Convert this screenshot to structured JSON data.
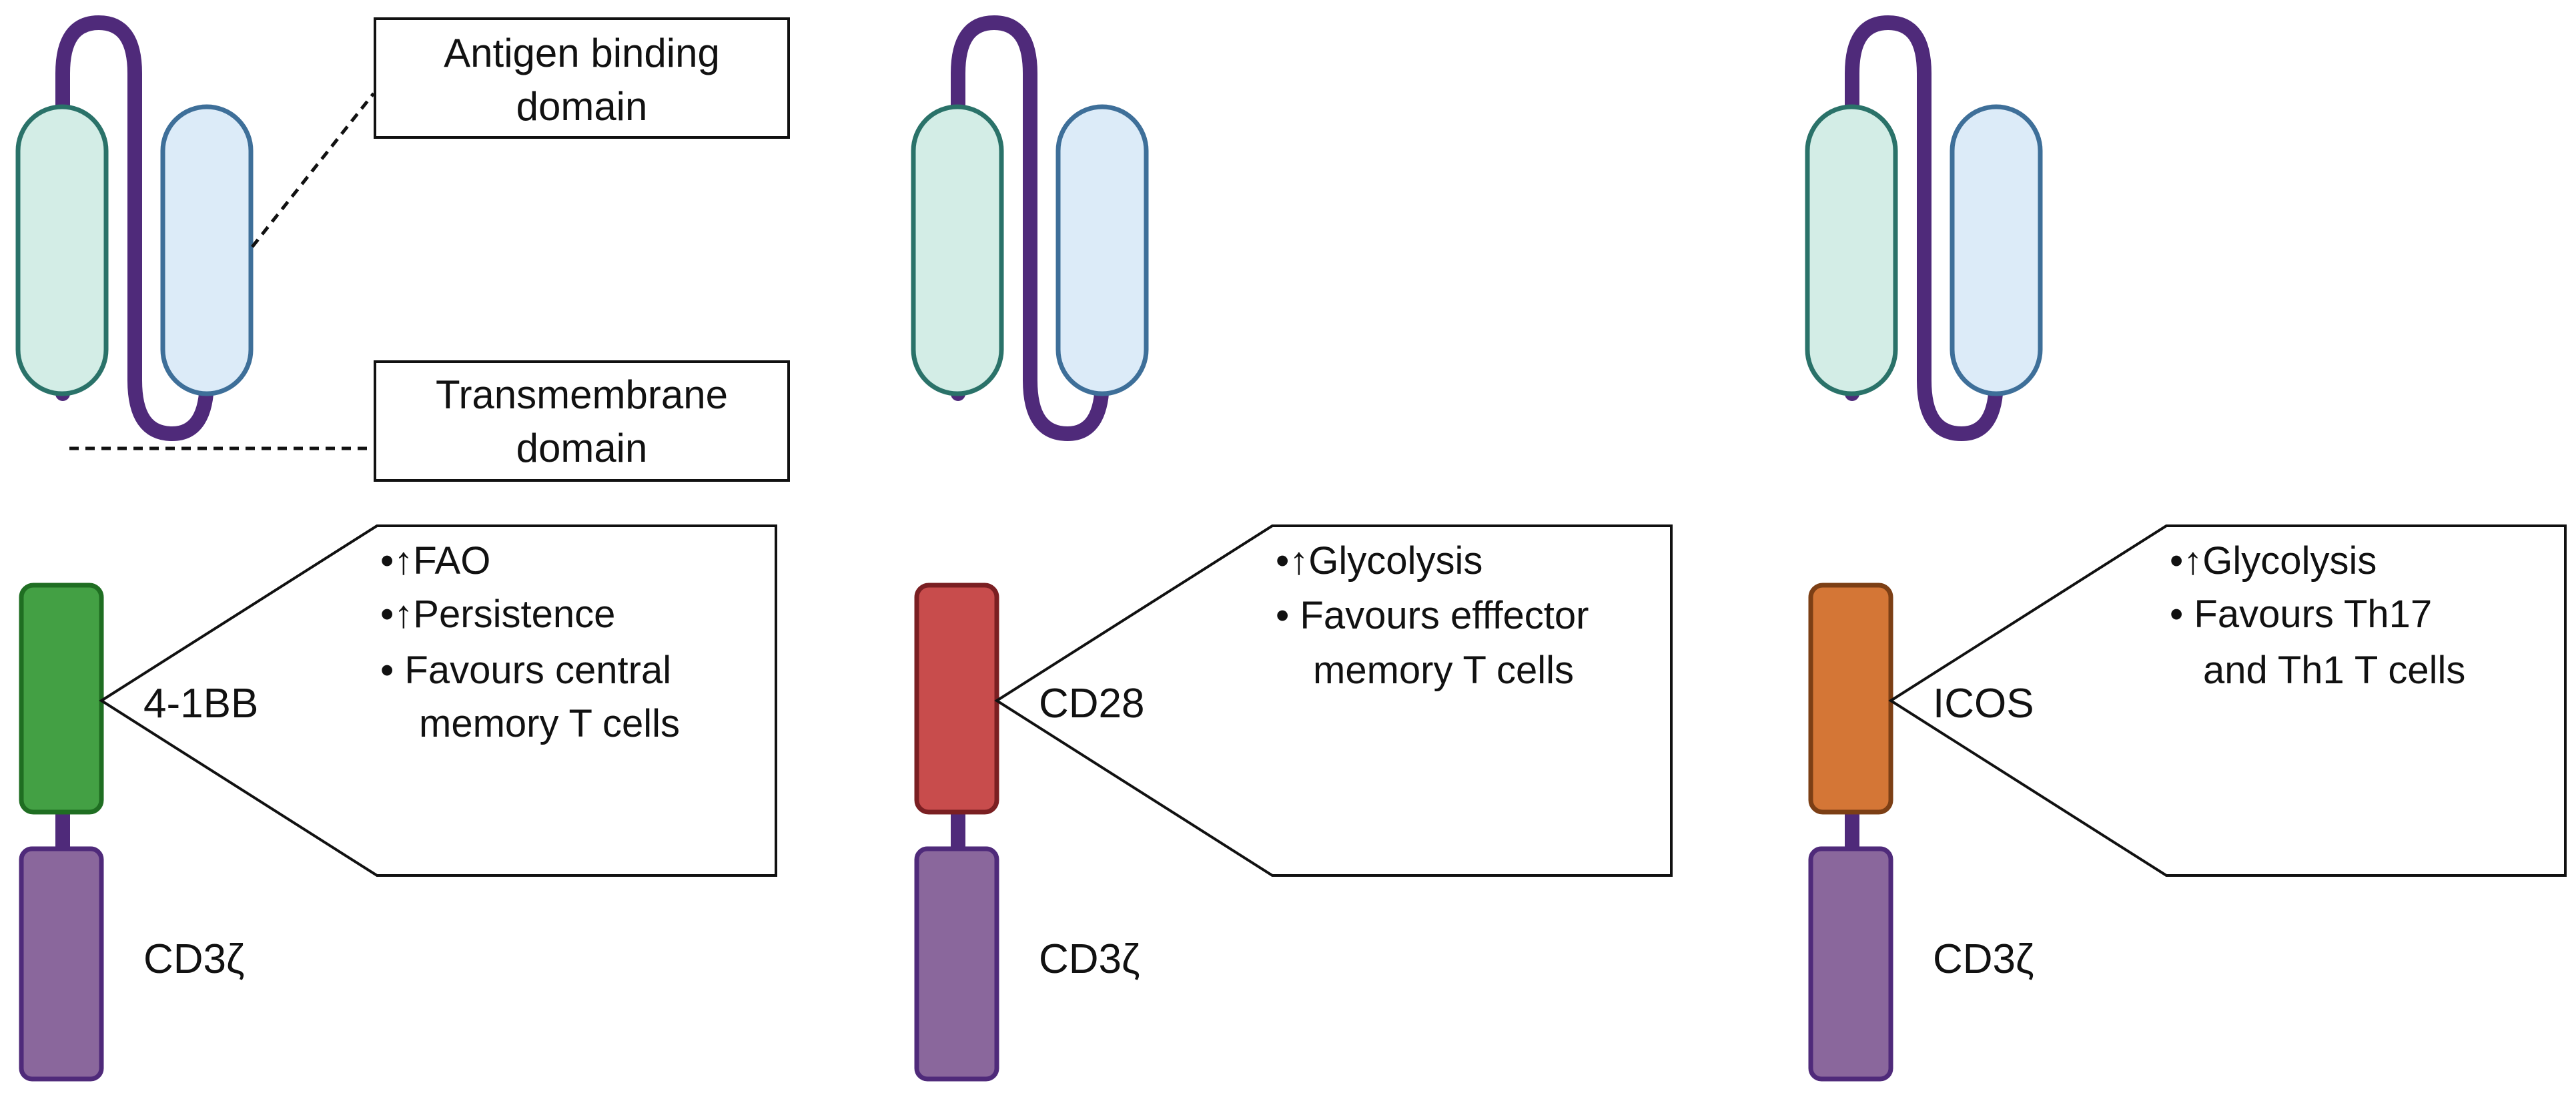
{
  "colors": {
    "linker": "#4f2a7a",
    "heavy_fill": "#d3ede6",
    "heavy_stroke": "#2a7269",
    "light_fill": "#dcebf8",
    "light_stroke": "#3e6f99",
    "cd3z_fill": "#8a679c",
    "cd3z_stroke": "#4f2a7a",
    "bb_fill": "#43a044",
    "bb_stroke": "#1f6e22",
    "cd28_fill": "#c84c4c",
    "cd28_stroke": "#7a1f22",
    "icos_fill": "#d47636",
    "icos_stroke": "#7c3f15"
  },
  "annotations": {
    "antigen_binding_line1": "Antigen binding",
    "antigen_binding_line2": "domain",
    "transmembrane_line1": "Transmembrane",
    "transmembrane_line2": "domain"
  },
  "constructs": [
    {
      "costim_label": "4-1BB",
      "cd3z_label": "CD3ζ",
      "bullets": [
        "•↑FAO",
        "•↑Persistence",
        "• Favours central",
        "memory T cells"
      ]
    },
    {
      "costim_label": "CD28",
      "cd3z_label": "CD3ζ",
      "bullets": [
        "•↑Glycolysis",
        "• Favours efffector",
        "memory T cells"
      ]
    },
    {
      "costim_label": "ICOS",
      "cd3z_label": "CD3ζ",
      "bullets": [
        "•↑Glycolysis",
        "• Favours Th17",
        "and Th1 T cells"
      ]
    }
  ]
}
